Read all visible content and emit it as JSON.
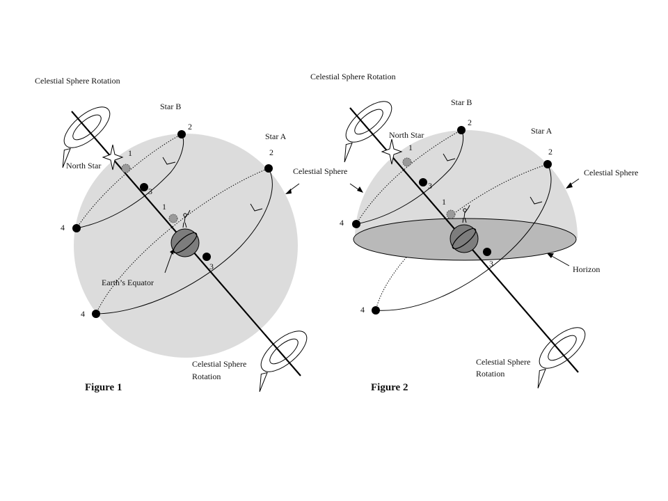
{
  "colors": {
    "sphere": "#dcdcdc",
    "horizon": "#b9b9b9",
    "earth": "#7d7d7d",
    "line": "#000000"
  },
  "icons": [
    "rotation-arrow-icon",
    "north-star-icon",
    "observer-icon",
    "earth-icon",
    "arrowhead-icon"
  ],
  "figure1": {
    "caption": "Figure 1",
    "rotation_top": "Celestial Sphere Rotation",
    "star_b": "Star B",
    "star_a": "Star A",
    "north_star": "North Star",
    "celestial_sphere": "Celestial Sphere",
    "equator": "Earth’s Equator",
    "rotation_bottom_1": "Celestial Sphere",
    "rotation_bottom_2": "Rotation",
    "b1": "1",
    "b2": "2",
    "b3": "3",
    "b4": "4",
    "a1": "1",
    "a2": "2",
    "a3": "3",
    "a4": "4"
  },
  "figure2": {
    "caption": "Figure 2",
    "rotation_top": "Celestial Sphere Rotation",
    "star_b": "Star B",
    "star_a": "Star A",
    "north_star": "North Star",
    "celestial_sphere": "Celestial Sphere",
    "horizon": "Horizon",
    "rotation_bottom_1": "Celestial Sphere",
    "rotation_bottom_2": "Rotation",
    "b1": "1",
    "b2": "2",
    "b3": "3",
    "b4": "4",
    "a1": "1",
    "a2": "2",
    "a3": "3",
    "a4": "4"
  }
}
